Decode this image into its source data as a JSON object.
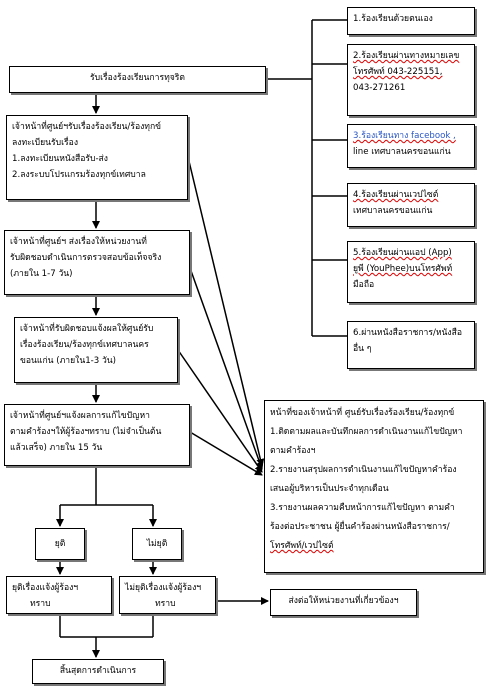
{
  "channels": [
    {
      "lines": [
        "1.ร้องเรียนด้วยตนเอง"
      ]
    },
    {
      "lines": [
        "2.ร้องเรียนผ่านทางหมายเลข",
        "โทรศัพท์  043-225151,",
        "043-271261"
      ]
    },
    {
      "lines": [
        "3.ร้องเรียนทาง facebook ,",
        "line เทศบาลนครขอนแก่น"
      ]
    },
    {
      "lines": [
        "4.ร้องเรียนผ่านเวปไซต์",
        "เทศบาลนครขอนแก่น"
      ]
    },
    {
      "lines": [
        "5.ร้องเรียนผ่านแอป (App)",
        "ยูพี (YouPhee)บนโทรศัพท์",
        "มือถือ"
      ]
    },
    {
      "lines": [
        "6.ผ่านหนังสือราชการ/หนังสือ",
        "อื่น ๆ"
      ]
    }
  ],
  "receive": "รับเรื่องร้องเรียนการทุจริต",
  "steps": [
    {
      "lines": [
        "เจ้าหน้าที่ศูนย์ฯรับเรื่องร้องเรียน/ร้องทุกข์",
        "ลงทะเบียนรับเรื่อง",
        "1.ลงทะเบียนหนังสือรับ-ส่ง",
        "2.ลงระบบโปรแกรมร้องทุกข์เทศบาล"
      ]
    },
    {
      "lines": [
        "เจ้าหน้าที่ศูนย์ฯ ส่งเรื่องให้หน่วยงานที่",
        "รับผิดชอบดำเนินการตรวจสอบข้อเท็จจริง",
        "(ภายใน 1-7  วัน)"
      ]
    },
    {
      "lines": [
        "เจ้าหน้าที่รับผิดชอบแจ้งผลให้ศูนย์รับ",
        "เรื่องร้องเรียน/ร้องทุกข์เทศบาลนคร",
        "ขอนแก่น  (ภายใน1-3 วัน)"
      ]
    },
    {
      "lines": [
        "เจ้าหน้าที่ศูนย์ฯแจ้งผลการแก้ไขปัญหา",
        "ตามคำร้องฯให้ผู้ร้องฯทราบ (ไม่จำเป็นต้น",
        "แล้วเสร็จ)  ภายใน 15 วัน"
      ]
    }
  ],
  "duties": {
    "lines": [
      "หน้าที่ของเจ้าหน้าที่  ศูนย์รับเรื่องร้องเรียน/ร้องทุกข์",
      "1.ติดตามผลและบันทึกผลการดำเนินงานแก้ไขปัญหา",
      "ตามคำร้องฯ",
      "2.รายงานสรุปผลการดำเนินงานแก้ไขปัญหาคำร้อง",
      "เสนอผู้บริหารเป็นประจำทุกเดือน",
      "3.รายงานผลความคืบหน้าการแก้ไขปัญหา ตามคำ",
      "ร้องต่อประชาชน ผู้ยื่นคำร้องผ่านหนังสือราชการ/",
      "โทรศัพท์/เวปไซต์"
    ]
  },
  "end_label": "ยุติ",
  "not_end_label": "ไม่ยุติ",
  "end_notify": {
    "lines": [
      "ยุติเรื่องแจ้งผู้ร้องฯ",
      "ทราบ"
    ]
  },
  "not_end_notify": {
    "lines": [
      "ไม่ยุติเรื่องแจ้งผู้ร้องฯ",
      "ทราบ"
    ]
  },
  "forward": "ส่งต่อให้หน่วยงานที่เกี่ยวข้องฯ",
  "finish": "สิ้นสุดการดำเนินการ"
}
